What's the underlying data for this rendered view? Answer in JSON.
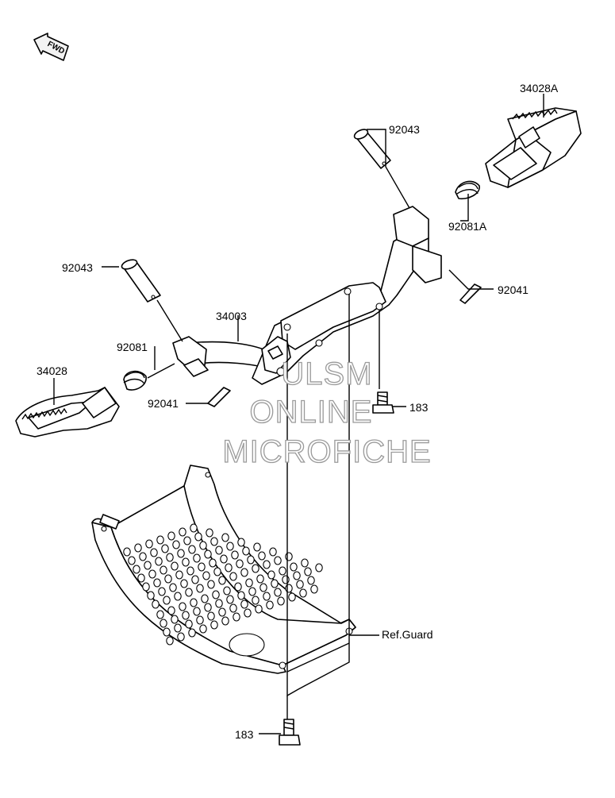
{
  "fwd_badge": {
    "text": "FWD"
  },
  "labels": {
    "p34028A": "34028A",
    "p92043_top": "92043",
    "p92081A": "92081A",
    "p92041_right": "92041",
    "p92043_left": "92043",
    "p34003": "34003",
    "p92081": "92081",
    "p34028": "34028",
    "p92041_left": "92041",
    "p183_upper": "183",
    "p183_lower": "183",
    "ref_guard": "Ref.Guard"
  },
  "watermark": {
    "line1": "ULSM",
    "line2": "ONLINE",
    "line3": "MICROFICHE"
  },
  "colors": {
    "line": "#000000",
    "watermark_stroke": "#9a9a9a",
    "background": "#ffffff"
  }
}
